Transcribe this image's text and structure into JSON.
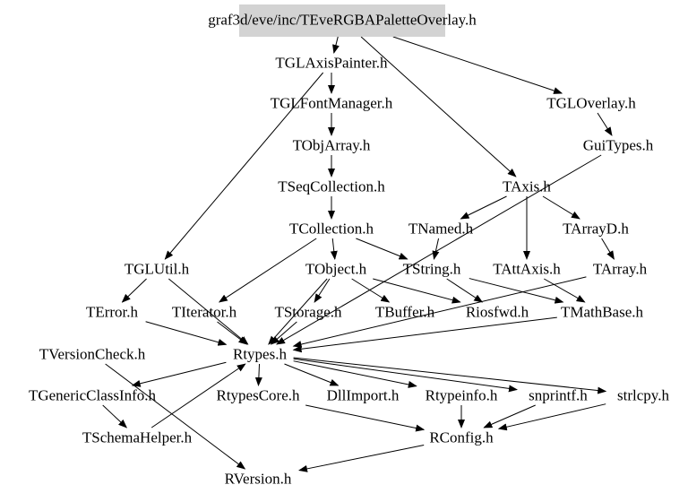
{
  "graph": {
    "root": "graf3d/eve/inc/TEveRGBAPaletteOverlay.h",
    "root_fill": "#d3d3d3",
    "nodes": {
      "root": "graf3d/eve/inc/TEveRGBAPaletteOverlay.h",
      "TGLAxisPainter": "TGLAxisPainter.h",
      "TGLOverlay": "TGLOverlay.h",
      "TGLFontManager": "TGLFontManager.h",
      "TObjArray": "TObjArray.h",
      "GuiTypes": "GuiTypes.h",
      "TSeqCollection": "TSeqCollection.h",
      "TAxis": "TAxis.h",
      "TCollection": "TCollection.h",
      "TNamed": "TNamed.h",
      "TArrayD": "TArrayD.h",
      "TGLUtil": "TGLUtil.h",
      "TObject": "TObject.h",
      "TString": "TString.h",
      "TAttAxis": "TAttAxis.h",
      "TArray": "TArray.h",
      "TError": "TError.h",
      "TIterator": "TIterator.h",
      "TStorage": "TStorage.h",
      "TBuffer": "TBuffer.h",
      "Riosfwd": "Riosfwd.h",
      "TMathBase": "TMathBase.h",
      "TVersionCheck": "TVersionCheck.h",
      "Rtypes": "Rtypes.h",
      "TGenericClassInfo": "TGenericClassInfo.h",
      "RtypesCore": "RtypesCore.h",
      "DllImport": "DllImport.h",
      "Rtypeinfo": "Rtypeinfo.h",
      "snprintf": "snprintf.h",
      "strlcpy": "strlcpy.h",
      "TSchemaHelper": "TSchemaHelper.h",
      "RConfig": "RConfig.h",
      "RVersion": "RVersion.h"
    },
    "edges": [
      [
        "root",
        "TGLAxisPainter"
      ],
      [
        "root",
        "TGLOverlay"
      ],
      [
        "root",
        "TAxis"
      ],
      [
        "TGLAxisPainter",
        "TGLFontManager"
      ],
      [
        "TGLAxisPainter",
        "TGLUtil"
      ],
      [
        "TGLFontManager",
        "TObjArray"
      ],
      [
        "TObjArray",
        "TSeqCollection"
      ],
      [
        "TSeqCollection",
        "TCollection"
      ],
      [
        "TCollection",
        "TObject"
      ],
      [
        "TCollection",
        "TString"
      ],
      [
        "TCollection",
        "TIterator"
      ],
      [
        "TGLOverlay",
        "GuiTypes"
      ],
      [
        "GuiTypes",
        "Rtypes"
      ],
      [
        "TAxis",
        "TNamed"
      ],
      [
        "TAxis",
        "TArrayD"
      ],
      [
        "TAxis",
        "TAttAxis"
      ],
      [
        "TNamed",
        "TString"
      ],
      [
        "TArrayD",
        "TArray"
      ],
      [
        "TArray",
        "Rtypes"
      ],
      [
        "TGLUtil",
        "TError"
      ],
      [
        "TGLUtil",
        "Rtypes"
      ],
      [
        "TObject",
        "TStorage"
      ],
      [
        "TObject",
        "TBuffer"
      ],
      [
        "TObject",
        "Riosfwd"
      ],
      [
        "TObject",
        "Rtypes"
      ],
      [
        "TString",
        "Riosfwd"
      ],
      [
        "TString",
        "TMathBase"
      ],
      [
        "TAttAxis",
        "TMathBase"
      ],
      [
        "TMathBase",
        "Rtypes"
      ],
      [
        "TError",
        "Rtypes"
      ],
      [
        "TIterator",
        "Rtypes"
      ],
      [
        "TStorage",
        "Rtypes"
      ],
      [
        "Rtypes",
        "TGenericClassInfo"
      ],
      [
        "Rtypes",
        "RtypesCore"
      ],
      [
        "Rtypes",
        "DllImport"
      ],
      [
        "Rtypes",
        "Rtypeinfo"
      ],
      [
        "Rtypes",
        "snprintf"
      ],
      [
        "Rtypes",
        "strlcpy"
      ],
      [
        "TGenericClassInfo",
        "TSchemaHelper"
      ],
      [
        "TSchemaHelper",
        "Rtypes"
      ],
      [
        "TVersionCheck",
        "RVersion"
      ],
      [
        "RtypesCore",
        "RConfig"
      ],
      [
        "Rtypeinfo",
        "RConfig"
      ],
      [
        "snprintf",
        "RConfig"
      ],
      [
        "strlcpy",
        "RConfig"
      ],
      [
        "RConfig",
        "RVersion"
      ]
    ]
  }
}
